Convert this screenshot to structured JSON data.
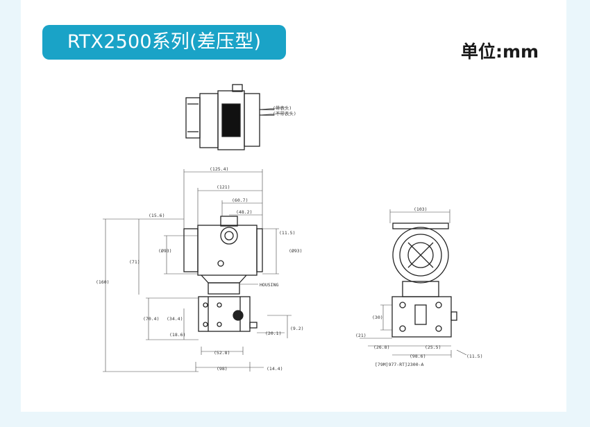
{
  "header": {
    "title": "RTX2500系列(差压型)",
    "unit_label": "单位:mm",
    "accent_color": "#1aa3c7"
  },
  "drawing": {
    "top_view_note_1": "(带表头)",
    "top_view_note_2": "(不带表头)",
    "front_dims": {
      "d_125_4": "(125.4)",
      "d_121": "(121)",
      "d_60_7": "(60.7)",
      "d_48_2": "(48.2)",
      "d_15_6": "(15.6)",
      "d_71": "(71)",
      "d_phi93_left": "(Ø93)",
      "d_phi93_right": "(Ø93)",
      "d_11_5": "(11.5)",
      "d_160": "(160)",
      "housing_label": "HOUSING",
      "d_70_4": "(70.4)",
      "d_34_4": "(34.4)",
      "d_18_6": "(18.6)",
      "d_20_1": "(20.1)",
      "d_52_8": "(52.8)",
      "d_98": "(98)",
      "d_14_4": "(14.4)",
      "d_9_2": "(9.2)"
    },
    "side_dims": {
      "d_103": "(103)",
      "d_30": "(30)",
      "d_21": "(21)",
      "d_26_8": "(26.8)",
      "d_25_5": "(25.5)",
      "d_98_6": "(98.6)",
      "d_11_5": "(11.5)",
      "drawing_number": "[79M]977-RT]2300-A"
    }
  }
}
